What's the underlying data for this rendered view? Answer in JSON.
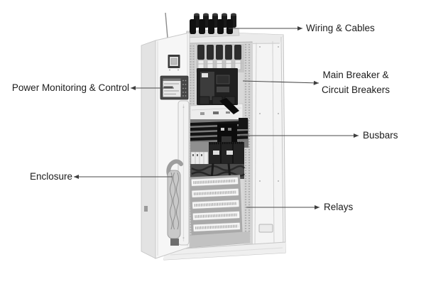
{
  "labels": {
    "wiring_cables": "Wiring & Cables",
    "main_breaker": "Main Breaker & Circuit Breakers",
    "busbars": "Busbars",
    "relays": "Relays",
    "enclosure": "Enclosure",
    "power_monitoring": "Power Monitoring & Control"
  },
  "colors": {
    "background": "#ffffff",
    "label_text": "#1c1c1c",
    "arrow_line": "#4a4a4a",
    "arrow_head": "#3f3f3f",
    "cabinet_body": "#f4f4f4",
    "cabinet_interior": "#d8d8d8",
    "component_dark": "#1f1f1f"
  }
}
